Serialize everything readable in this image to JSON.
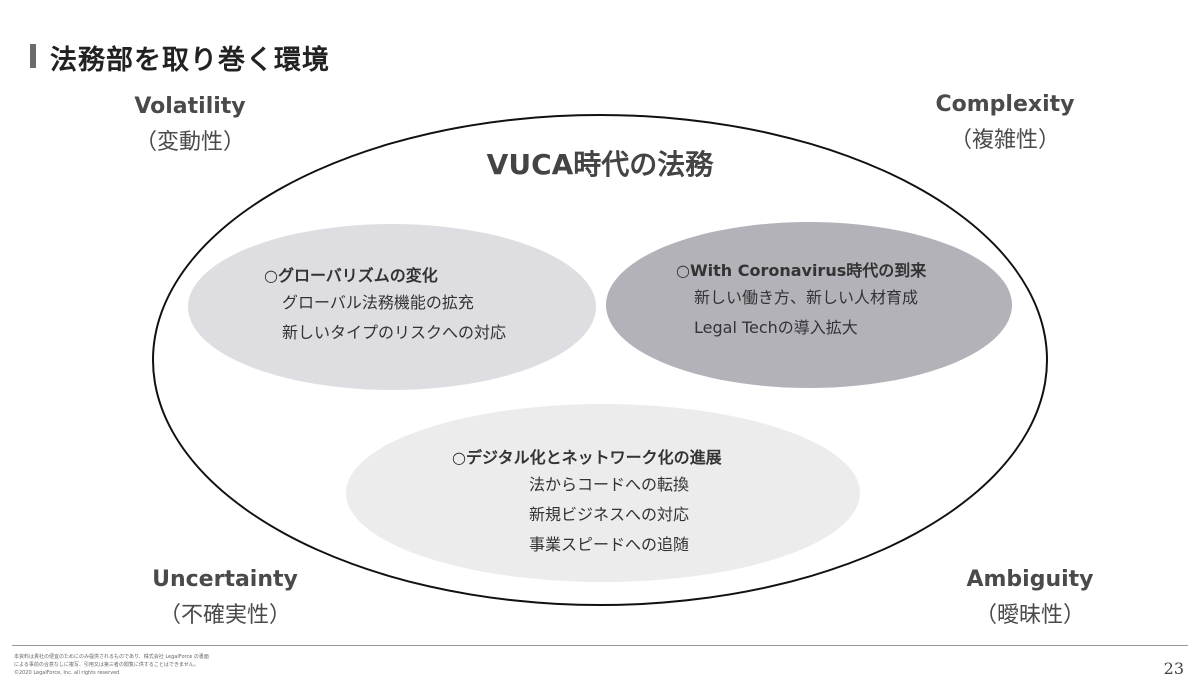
{
  "page": {
    "title": "法務部を取り巻く環境",
    "page_number": "23"
  },
  "corners": {
    "volatility": {
      "en": "Volatility",
      "jp": "（変動性）"
    },
    "complexity": {
      "en": "Complexity",
      "jp": "（複雑性）"
    },
    "uncertainty": {
      "en": "Uncertainty",
      "jp": "（不確実性）"
    },
    "ambiguity": {
      "en": "Ambiguity",
      "jp": "（曖昧性）"
    }
  },
  "diagram": {
    "center_title": "VUCA時代の法務",
    "bubbles": [
      {
        "heading": "○グローバリズムの変化",
        "lines": [
          "グローバル法務機能の拡充",
          "新しいタイプのリスクへの対応"
        ],
        "color": "#dedde1"
      },
      {
        "heading": "○With Coronavirus時代の到来",
        "lines": [
          "新しい働き方、新しい人材育成",
          "Legal Techの導入拡大"
        ],
        "color": "#b4b2b9"
      },
      {
        "heading": "○デジタル化とネットワーク化の進展",
        "lines": [
          "法からコードへの転換",
          "新規ビジネスへの対応",
          "事業スピードへの追随"
        ],
        "color": "#ececed"
      }
    ]
  },
  "footer": {
    "line1": "本資料は貴社の便宜のためにのみ提供されるものであり、株式会社 LegalForce の書面",
    "line2": "による事前の合意なしに複写、引用又は第三者の閲覧に供することはできません。",
    "line3": "©2020 LegalForce, Inc. all rights reserved"
  }
}
